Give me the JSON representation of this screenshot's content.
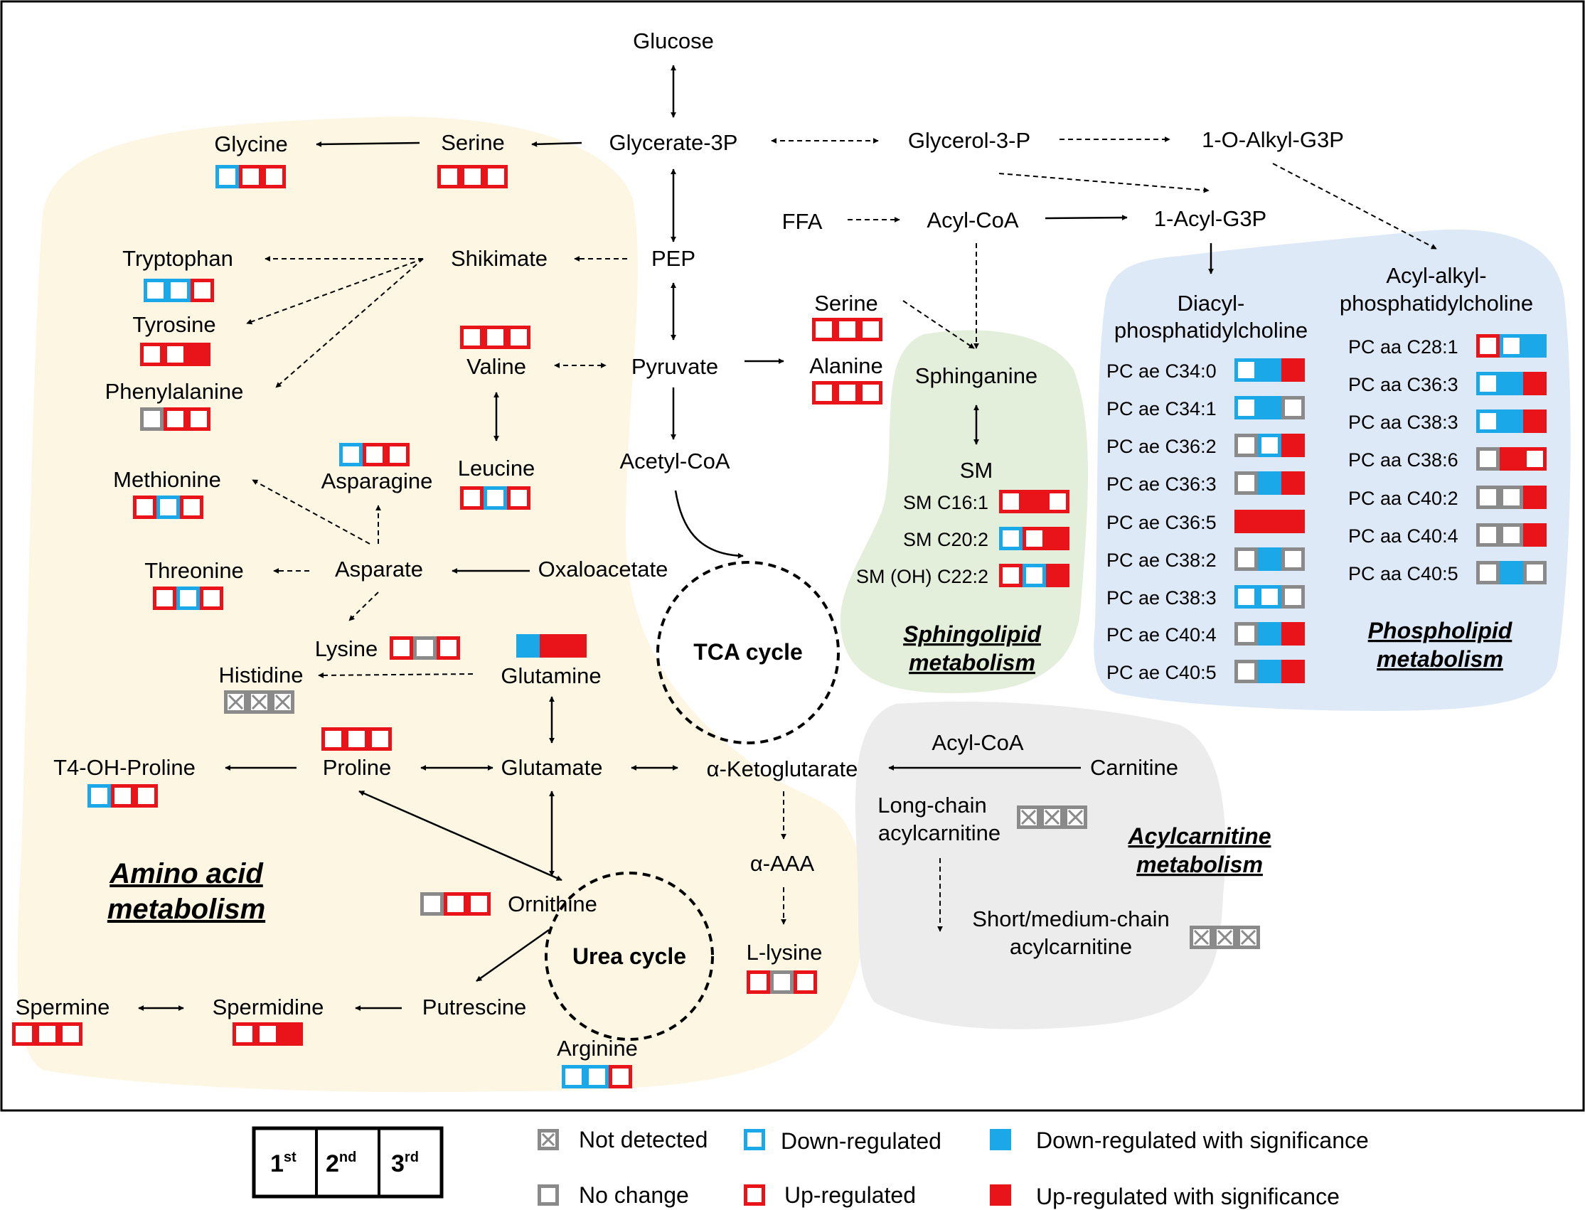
{
  "regions": {
    "amino": {
      "title_line1": "Amino acid",
      "title_line2": "metabolism"
    },
    "sphingo": {
      "title_line1": "Sphingolipid",
      "title_line2": "metabolism"
    },
    "phospho": {
      "title_line1": "Phospholipid",
      "title_line2": "metabolism"
    },
    "acylcarn": {
      "title_line1": "Acylcarnitine",
      "title_line2": "metabolism"
    }
  },
  "cycles": {
    "tca": "TCA cycle",
    "urea": "Urea cycle"
  },
  "metabolites": {
    "glucose": "Glucose",
    "glycerate3p": "Glycerate-3P",
    "glycerol3p": "Glycerol-3-P",
    "alkylg3p": "1-O-Alkyl-G3P",
    "ffa": "FFA",
    "acylcoa_top": "Acyl-CoA",
    "acylg3p": "1-Acyl-G3P",
    "glycine": "Glycine",
    "serine1": "Serine",
    "tryptophan": "Tryptophan",
    "shikimate": "Shikimate",
    "pep": "PEP",
    "tyrosine": "Tyrosine",
    "phenylalanine": "Phenylalanine",
    "valine": "Valine",
    "pyruvate": "Pyruvate",
    "serine2": "Serine",
    "alanine": "Alanine",
    "leucine": "Leucine",
    "asparagine": "Asparagine",
    "methionine": "Methionine",
    "acetylcoa": "Acetyl-CoA",
    "threonine": "Threonine",
    "asparate": "Asparate",
    "oxaloacetate": "Oxaloacetate",
    "lysine": "Lysine",
    "histidine": "Histidine",
    "glutamine": "Glutamine",
    "t4ohproline": "T4-OH-Proline",
    "proline": "Proline",
    "glutamate": "Glutamate",
    "aketoglutarate": "α-Ketoglutarate",
    "aaaa": "α-AAA",
    "llysine": "L-lysine",
    "ornithine": "Ornithine",
    "spermine": "Spermine",
    "spermidine": "Spermidine",
    "putrescine": "Putrescine",
    "arginine": "Arginine",
    "sphinganine": "Sphinganine",
    "sm": "SM",
    "diacyl_line1": "Diacyl-",
    "diacyl_line2": "phosphatidylcholine",
    "acylalkyl_line1": "Acyl-alkyl-",
    "acylalkyl_line2": "phosphatidylcholine",
    "acylcoa_bottom": "Acyl-CoA",
    "carnitine": "Carnitine",
    "longchain_line1": "Long-chain",
    "longchain_line2": "acylcarnitine",
    "shortchain_line1": "Short/medium-chain",
    "shortchain_line2": "acylcarnitine"
  },
  "status_sets": {
    "glycine": [
      "down",
      "up",
      "up"
    ],
    "serine1": [
      "up",
      "up",
      "up"
    ],
    "tryptophan": [
      "down",
      "down",
      "up"
    ],
    "tyrosine": [
      "up",
      "up",
      "up_sig"
    ],
    "phenylalanine": [
      "nochange",
      "up",
      "up"
    ],
    "valine": [
      "up",
      "up",
      "up"
    ],
    "serine2": [
      "up",
      "up",
      "up"
    ],
    "alanine": [
      "up",
      "up",
      "up"
    ],
    "leucine": [
      "up",
      "down",
      "up"
    ],
    "asparagine": [
      "down",
      "up",
      "up"
    ],
    "methionine": [
      "up",
      "down",
      "up"
    ],
    "threonine": [
      "up",
      "down",
      "up"
    ],
    "lysine": [
      "up",
      "nochange",
      "up"
    ],
    "histidine": [
      "nd",
      "nd",
      "nd"
    ],
    "glutamine": [
      "down_sig",
      "up_sig",
      "up_sig"
    ],
    "proline": [
      "up",
      "up",
      "up"
    ],
    "t4ohproline": [
      "down",
      "up",
      "up"
    ],
    "ornithine": [
      "nochange",
      "up",
      "up"
    ],
    "llysine": [
      "up",
      "nochange",
      "up"
    ],
    "spermine": [
      "up",
      "up",
      "up"
    ],
    "spermidine": [
      "up",
      "up",
      "up_sig"
    ],
    "arginine": [
      "down",
      "down",
      "up"
    ],
    "longchain": [
      "nd",
      "nd",
      "nd"
    ],
    "shortchain": [
      "nd",
      "nd",
      "nd"
    ]
  },
  "sm_species": [
    {
      "name": "SM C16:1",
      "status": [
        "up",
        "up_sig",
        "up"
      ]
    },
    {
      "name": "SM C20:2",
      "status": [
        "down",
        "up",
        "up_sig"
      ]
    },
    {
      "name": "SM (OH) C22:2",
      "status": [
        "up",
        "down",
        "up_sig"
      ]
    }
  ],
  "pc_ae": [
    {
      "name": "PC ae C34:0",
      "status": [
        "down",
        "down_sig",
        "up_sig"
      ]
    },
    {
      "name": "PC ae C34:1",
      "status": [
        "down",
        "down_sig",
        "nochange"
      ]
    },
    {
      "name": "PC ae C36:2",
      "status": [
        "nochange",
        "down",
        "up_sig"
      ]
    },
    {
      "name": "PC ae C36:3",
      "status": [
        "nochange",
        "down_sig",
        "up_sig"
      ]
    },
    {
      "name": "PC ae C36:5",
      "status": [
        "up_sig",
        "up_sig",
        "up_sig"
      ]
    },
    {
      "name": "PC ae C38:2",
      "status": [
        "nochange",
        "down_sig",
        "nochange"
      ]
    },
    {
      "name": "PC ae C38:3",
      "status": [
        "down",
        "down",
        "nochange"
      ]
    },
    {
      "name": "PC ae C40:4",
      "status": [
        "nochange",
        "down_sig",
        "up_sig"
      ]
    },
    {
      "name": "PC ae C40:5",
      "status": [
        "nochange",
        "down_sig",
        "up_sig"
      ]
    }
  ],
  "pc_aa": [
    {
      "name": "PC aa C28:1",
      "status": [
        "up",
        "down",
        "down_sig"
      ]
    },
    {
      "name": "PC aa C36:3",
      "status": [
        "down",
        "down_sig",
        "up_sig"
      ]
    },
    {
      "name": "PC aa C38:3",
      "status": [
        "down",
        "down_sig",
        "up_sig"
      ]
    },
    {
      "name": "PC aa C38:6",
      "status": [
        "nochange",
        "up_sig",
        "up"
      ]
    },
    {
      "name": "PC aa C40:2",
      "status": [
        "nochange",
        "nochange",
        "up_sig"
      ]
    },
    {
      "name": "PC aa C40:4",
      "status": [
        "nochange",
        "nochange",
        "up_sig"
      ]
    },
    {
      "name": "PC aa C40:5",
      "status": [
        "nochange",
        "down_sig",
        "nochange"
      ]
    }
  ],
  "legend": {
    "order": [
      {
        "base": "1",
        "sup": "st"
      },
      {
        "base": "2",
        "sup": "nd"
      },
      {
        "base": "3",
        "sup": "rd"
      }
    ],
    "not_detected": "Not detected",
    "no_change": "No change",
    "down_regulated": "Down-regulated",
    "up_regulated": "Up-regulated",
    "down_sig": "Down-regulated with significance",
    "up_sig": "Up-regulated with significance"
  },
  "colors": {
    "up": "#e8141a",
    "down": "#1ba8e8",
    "nochange": "#8a8a8a",
    "amino_region": "#fcf6e2",
    "sphingo_region": "#e3eedb",
    "phospho_region": "#dde9f6",
    "acylcarn_region": "#ececec"
  }
}
